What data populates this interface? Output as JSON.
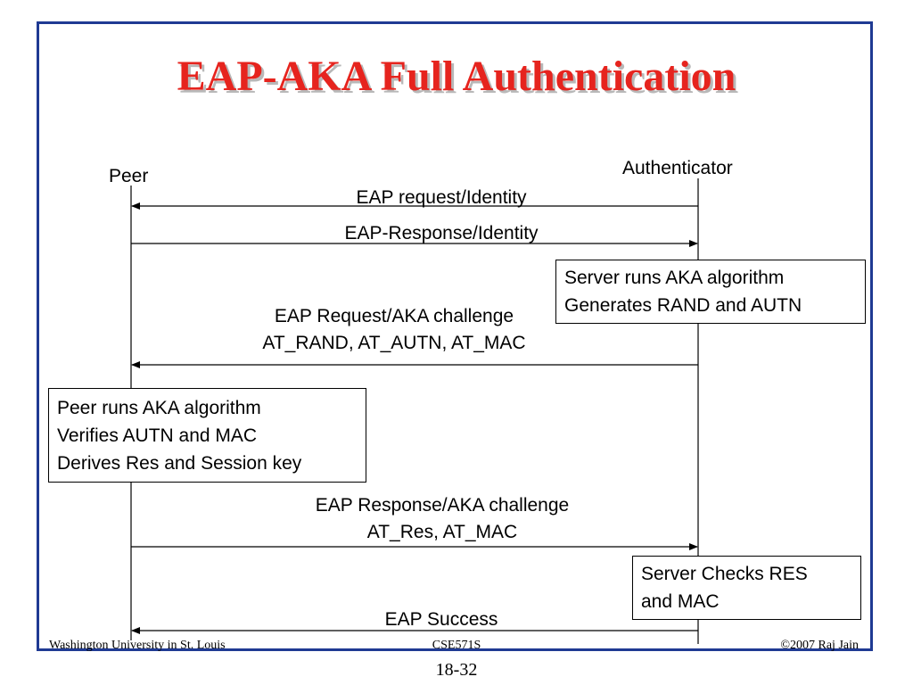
{
  "slide": {
    "title": "EAP-AKA Full Authentication",
    "page_number": "18-32"
  },
  "diagram": {
    "peer_label": "Peer",
    "authenticator_label": "Authenticator",
    "messages": [
      {
        "lines": [
          "EAP request/Identity"
        ],
        "direction": "to-peer"
      },
      {
        "lines": [
          "EAP-Response/Identity"
        ],
        "direction": "to-authenticator"
      },
      {
        "lines": [
          "EAP Request/AKA challenge",
          "AT_RAND, AT_AUTN, AT_MAC"
        ],
        "direction": "to-peer"
      },
      {
        "lines": [
          "EAP Response/AKA challenge",
          "AT_Res, AT_MAC"
        ],
        "direction": "to-authenticator"
      },
      {
        "lines": [
          "EAP Success"
        ],
        "direction": "to-peer"
      }
    ],
    "notes": {
      "server_aka": [
        "Server runs AKA algorithm",
        "Generates RAND and AUTN"
      ],
      "peer_aka": [
        "Peer runs AKA algorithm",
        "Verifies AUTN and MAC",
        "Derives Res and Session key"
      ],
      "server_checks": [
        "Server Checks RES",
        "and MAC"
      ]
    }
  },
  "footer": {
    "left": "Washington University in St. Louis",
    "center": "CSE571S",
    "right": "©2007 Raj Jain"
  },
  "colors": {
    "title": "#e6241e",
    "border": "#1f3a93"
  }
}
